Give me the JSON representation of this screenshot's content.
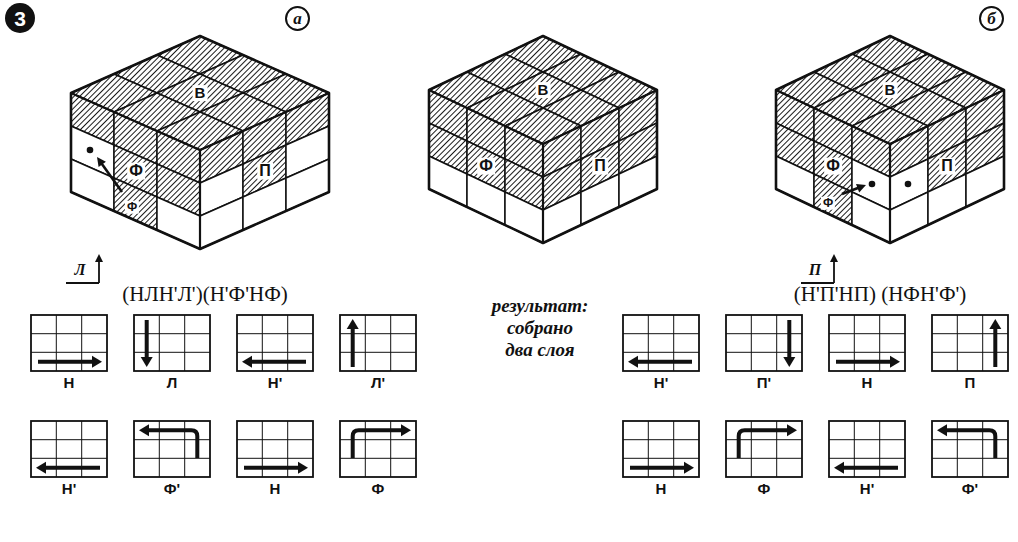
{
  "diagram": {
    "nodes": [
      {
        "text": [
          "3"
        ]
      },
      {
        "text": [
          "а"
        ]
      },
      {
        "text": [
          "б"
        ]
      },
      {
        "text": [
          "Н"
        ]
      },
      {
        "text": [
          "Л"
        ]
      },
      {
        "text": [
          "Н'"
        ]
      },
      {
        "text": [
          "Л'"
        ]
      },
      {
        "text": [
          "Н'"
        ]
      },
      {
        "text": [
          "П'"
        ]
      },
      {
        "text": [
          "Н"
        ]
      },
      {
        "text": [
          "П"
        ]
      },
      {
        "text": [
          "Н'"
        ]
      },
      {
        "text": [
          "Ф'"
        ]
      },
      {
        "text": [
          "Н"
        ]
      },
      {
        "text": [
          "Ф"
        ]
      },
      {
        "text": [
          "Н"
        ]
      },
      {
        "text": [
          "Ф"
        ]
      },
      {
        "text": [
          "Н'"
        ]
      },
      {
        "text": [
          "Ф'"
        ]
      }
    ],
    "labels": [
      "В",
      "Ф",
      "П",
      "Ф",
      "Л",
      "В",
      "Ф",
      "П",
      "В",
      "Ф",
      "П",
      "Ф",
      "П",
      "(НЛН'Л')(Н'Ф'НФ)",
      "результат: собрано два слоя",
      "(Н'П'НП) (НФН'Ф')"
    ]
  }
}
